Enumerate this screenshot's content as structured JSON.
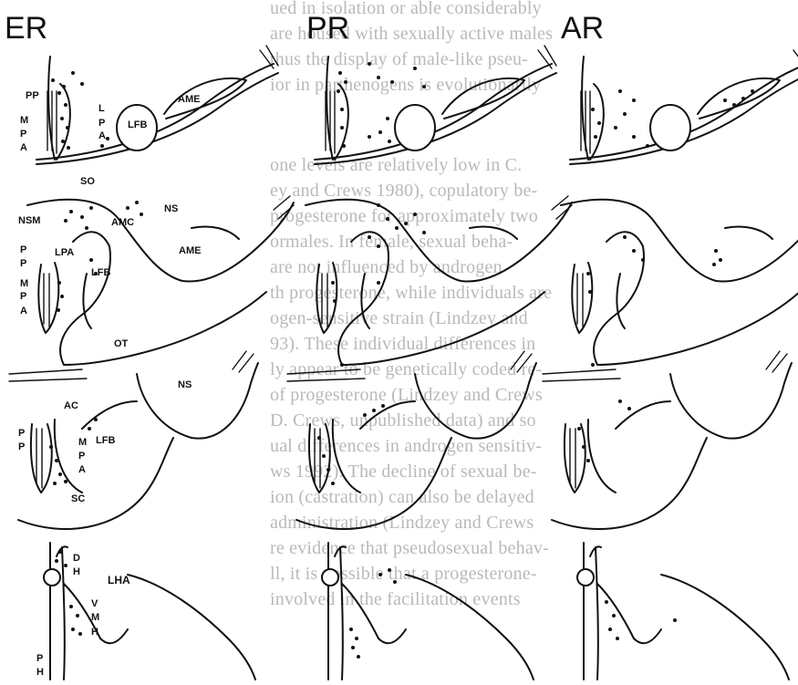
{
  "columns": [
    {
      "id": "er",
      "label": "ER"
    },
    {
      "id": "pr",
      "label": "PR"
    },
    {
      "id": "ar",
      "label": "AR"
    }
  ],
  "region_labels": {
    "pp": "PP",
    "m": "M",
    "p": "P",
    "a": "A",
    "l": "L",
    "lfb": "LFB",
    "ame": "AME",
    "so": "SO",
    "nsm": "NSM",
    "amc": "AMC",
    "ns": "NS",
    "lpa": "LPA",
    "ot": "OT",
    "ac": "AC",
    "sc": "SC",
    "d": "D",
    "h": "H",
    "lha": "LHA",
    "v": "V"
  },
  "background_text": [
    "ued in isolation or able considerably",
    "are housed with sexually active males",
    "thus the display of male-like pseu-",
    "ior in parthenogens is evolutionarily",
    "",
    "one levels are relatively low in C.",
    "ey and Crews 1980), copulatory be-",
    "progesterone for approximately two",
    "ormales. In female, sexual beha-",
    "are not influenced by androgen",
    "th progesterone, while individuals are",
    "ogen-sensitive strain (Lindzey and",
    "93). These individual differences in",
    "ly appear to be genetically coded re-",
    "of progesterone (Lindzey and Crews",
    "D. Crews, unpublished data) and so",
    "ual differences in androgen sensitiv-",
    "ws 1992). The decline of sexual be-",
    "ion (castration) can also be delayed",
    "administration (Lindzey and Crews",
    "re evidence that pseudosexual behav-",
    "ll, it is possible that a progesterone-",
    "involved in the facilitation events"
  ]
}
